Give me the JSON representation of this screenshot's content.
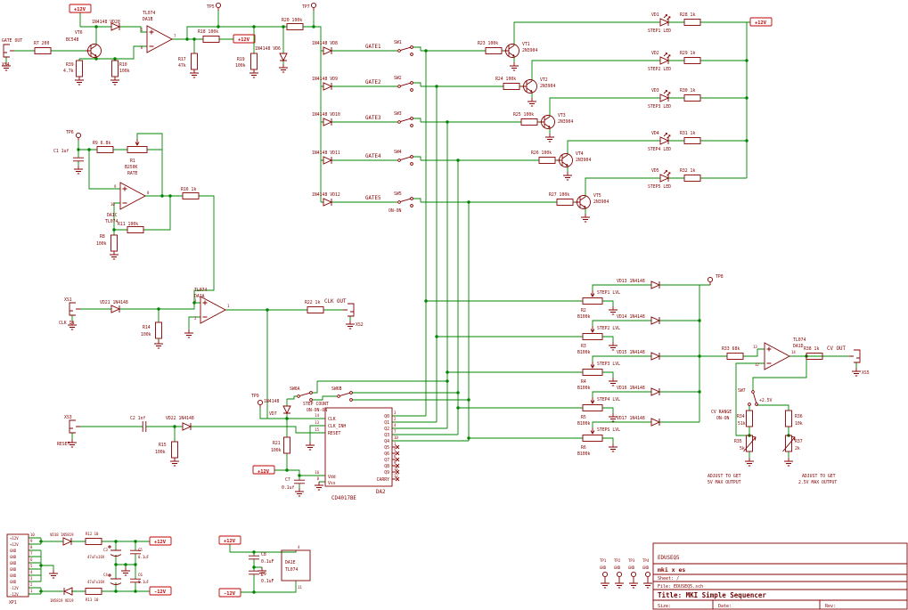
{
  "power": {
    "p12": "+12V",
    "m12": "-12V"
  },
  "gate_out": {
    "conn_label": "GATE OUT",
    "conn": "XS4",
    "r7": "R7 200",
    "vt6": "VT6",
    "vt6_type": "BC548",
    "vd20": "1N4148 VD20",
    "r39": "R39",
    "r39v": "4.7k",
    "r10": "R10",
    "r10v": "100k",
    "ic": "TL074",
    "ref": "DA1B",
    "r18": "R18 100k",
    "r17": "R17",
    "r17v": "47k",
    "r19": "R19",
    "r19v": "100k",
    "vd6": "1N4148 VD6",
    "r20": "R20 100k",
    "tp5": "TP5",
    "tp7": "TP7"
  },
  "gates": {
    "on_on": "ON-ON",
    "rows": [
      {
        "d": "1N4148 VD8",
        "n": "GATE1",
        "s": "SW1"
      },
      {
        "d": "1N4148 VD9",
        "n": "GATE2",
        "s": "SW2"
      },
      {
        "d": "1N4148 VD10",
        "n": "GATE3",
        "s": "SW3"
      },
      {
        "d": "1N4148 VD11",
        "n": "GATE4",
        "s": "SW4"
      },
      {
        "d": "1N4148 VD12",
        "n": "GATE5",
        "s": "SW5"
      }
    ]
  },
  "drivers": {
    "type": "2N3904",
    "rows": [
      {
        "r": "R23 100k",
        "q": "VT1"
      },
      {
        "r": "R24 100k",
        "q": "VT2"
      },
      {
        "r": "R25 100k",
        "q": "VT3"
      },
      {
        "r": "R26 100k",
        "q": "VT4"
      },
      {
        "r": "R27 100k",
        "q": "VT5"
      }
    ]
  },
  "leds": {
    "rows": [
      {
        "d": "VD1",
        "n": "STEP1 LED",
        "r": "R28 1k"
      },
      {
        "d": "VD2",
        "n": "STEP2 LED",
        "r": "R29 1k"
      },
      {
        "d": "VD3",
        "n": "STEP3 LED",
        "r": "R30 1k"
      },
      {
        "d": "VD4",
        "n": "STEP4 LED",
        "r": "R31 1k"
      },
      {
        "d": "VD5",
        "n": "STEP5 LED",
        "r": "R32 1k"
      }
    ]
  },
  "osc": {
    "tp6": "TP6",
    "c1": "C1 1uf",
    "r9": "R9 6.8k",
    "r1": "R1",
    "r1v": "B250K",
    "rate": "RATE",
    "ref": "DA1C",
    "ic": "TL074",
    "r16": "R16 1k",
    "r11": "R11 100k",
    "r8": "R8",
    "r8v": "100k"
  },
  "opamp_pins": {
    "b_p": "5",
    "b_m": "6",
    "b_o": "7",
    "c_p": "9",
    "c_m": "10",
    "c_o": "8",
    "a_p": "3",
    "a_m": "2",
    "a_o": "1",
    "d_p": "13",
    "d_m": "12",
    "d_o": "14"
  },
  "clk": {
    "conn": "XS1",
    "label": "CLK IN",
    "vd21": "VD21 1N4148",
    "r14": "R14",
    "r14v": "100k",
    "ic": "TL074",
    "ref": "DA1A",
    "r22": "R22 1k",
    "out_label": "CLK OUT",
    "out_conn": "XS2"
  },
  "reset": {
    "conn": "XS3",
    "label": "RESET",
    "c2": "C2 1nf",
    "vd22": "VD22 1N4148",
    "r15": "R15",
    "r15v": "100k"
  },
  "stepcount": {
    "sw6a": "SW6A",
    "sw6b": "SW6B",
    "label": "STEP COUNT",
    "mode": "ON-ON-ON",
    "vd7": "1N4148",
    "vd7r": "VD7",
    "tp9": "TP9",
    "r21": "R21",
    "r21v": "100k",
    "c7": "C7",
    "c7v": "0.1uf"
  },
  "counter": {
    "ref": "DA2",
    "part": "CD4017BE",
    "pins": {
      "clk": "CLK",
      "inh": "CLK_INH",
      "rst": "RESET",
      "vdd": "Vdd",
      "vss": "Vss",
      "carry": "CARRY"
    },
    "nums": {
      "clk": "14",
      "inh": "13",
      "rst": "15",
      "vdd": "16",
      "vss": "8",
      "carry": "12"
    },
    "q": [
      "Q0",
      "Q1",
      "Q2",
      "Q3",
      "Q4",
      "Q5",
      "Q6",
      "Q7",
      "Q8",
      "Q9"
    ],
    "qn": [
      "3",
      "2",
      "4",
      "7",
      "10",
      "1",
      "5",
      "6",
      "9",
      "11"
    ]
  },
  "levels": {
    "val": "B100k",
    "tp8": "TP8",
    "rows": [
      {
        "d": "VD13 1N4148",
        "n": "STEP1 LVL",
        "r": "R2"
      },
      {
        "d": "VD14 1N4148",
        "n": "STEP2 LVL",
        "r": "R3"
      },
      {
        "d": "VD15 1N4148",
        "n": "STEP3 LVL",
        "r": "R4"
      },
      {
        "d": "VD16 1N4148",
        "n": "STEP4 LVL",
        "r": "R5"
      },
      {
        "d": "VD17 1N4148",
        "n": "STEPS LVL",
        "r": "R6"
      }
    ]
  },
  "out": {
    "r33": "R33 68k",
    "ic": "TL074",
    "ref": "DA1D",
    "r38": "R38 1k",
    "label": "CV OUT",
    "conn": "XS5"
  },
  "range": {
    "sw": "SW7",
    "v25": "+2.5V",
    "label": "CV RANGE",
    "mode": "ON-ON",
    "r34": "R34",
    "r34v": "51k",
    "r36": "R36",
    "r36v": "10k",
    "r35": "R35",
    "r35v": "5k",
    "r37": "R37",
    "r37v": "2k",
    "adj1a": "ADJUST TO GET",
    "adj1b": "5V MAX OUTPUT",
    "adj2a": "ADJUST TO GET",
    "adj2b": "2.5V MAX OUTPUT"
  },
  "powerin": {
    "conn": "XP1",
    "rows": [
      "+12V",
      "+12V",
      "GND",
      "GND",
      "GND",
      "GND",
      "GND",
      "GND",
      "-12V",
      "-12V"
    ],
    "nums": [
      "10",
      "9",
      "8",
      "7",
      "6",
      "5",
      "4",
      "3",
      "2",
      "1"
    ],
    "vd18": "VD18 1N5819",
    "r12": "R12 10",
    "vd19": "1N5819 VD19",
    "r13": "R13 10",
    "c3": "C3",
    "c3v": "47uFx16V",
    "c5": "C5",
    "c5v": "0.1uF",
    "c4": "C4",
    "c4v": "47uFx16V",
    "c6": "C6",
    "c6v": "0.1uF"
  },
  "decouple": {
    "c8": "C8",
    "c8v": "0.1uF",
    "c9": "C9",
    "c9v": "0.1uF",
    "ref": "DA1E",
    "ic": "TL074",
    "p4": "4",
    "p11": "11"
  },
  "titleblock": {
    "project": "EDUSEQ5",
    "brand": "mki x es",
    "sheet": "Sheet: /",
    "file": "File: EDUSEQ5.sch",
    "title": "Title: MKI Simple Sequencer",
    "size": "Size:",
    "date": "Date:",
    "rev": "Rev:"
  },
  "tps": {
    "t1": "TP1",
    "t2": "TP2",
    "t3": "TP3",
    "t4": "TP4",
    "gnd": "GND"
  }
}
